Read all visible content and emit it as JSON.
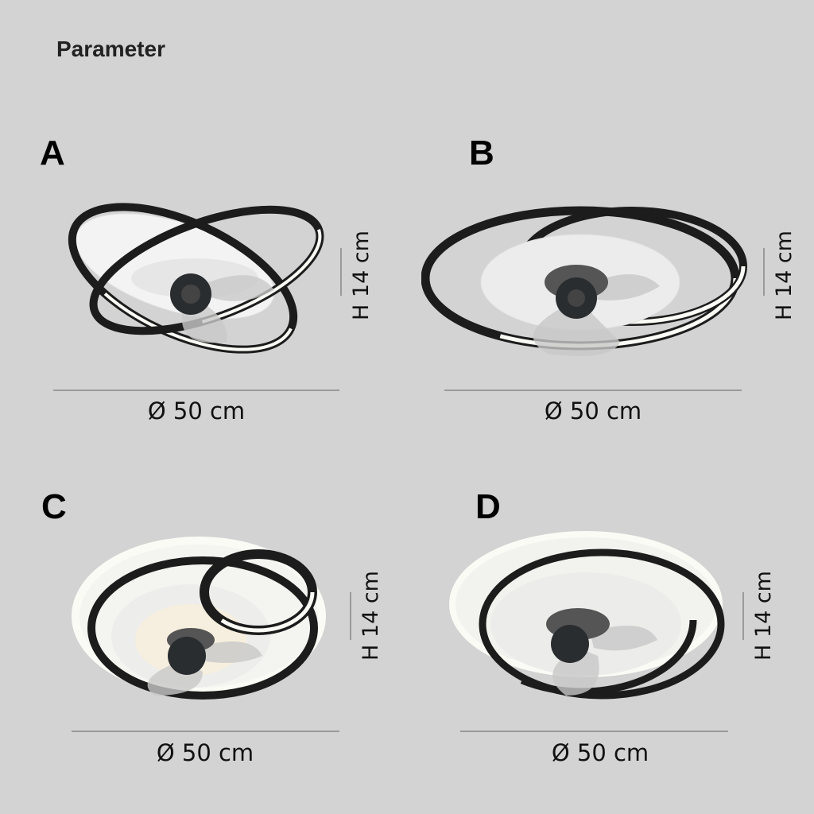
{
  "title": "Parameter",
  "variants": [
    {
      "label": "A",
      "diameter": "Ø 50 cm",
      "height": "H 14 cm"
    },
    {
      "label": "B",
      "diameter": "Ø 50 cm",
      "height": "H 14 cm"
    },
    {
      "label": "C",
      "diameter": "Ø 50 cm",
      "height": "H 14 cm"
    },
    {
      "label": "D",
      "diameter": "Ø 50 cm",
      "height": "H 14 cm"
    }
  ],
  "colors": {
    "background": "#d3d3d3",
    "ring_black": "#1a1a1a",
    "ring_light": "#fbfbf6"
  }
}
